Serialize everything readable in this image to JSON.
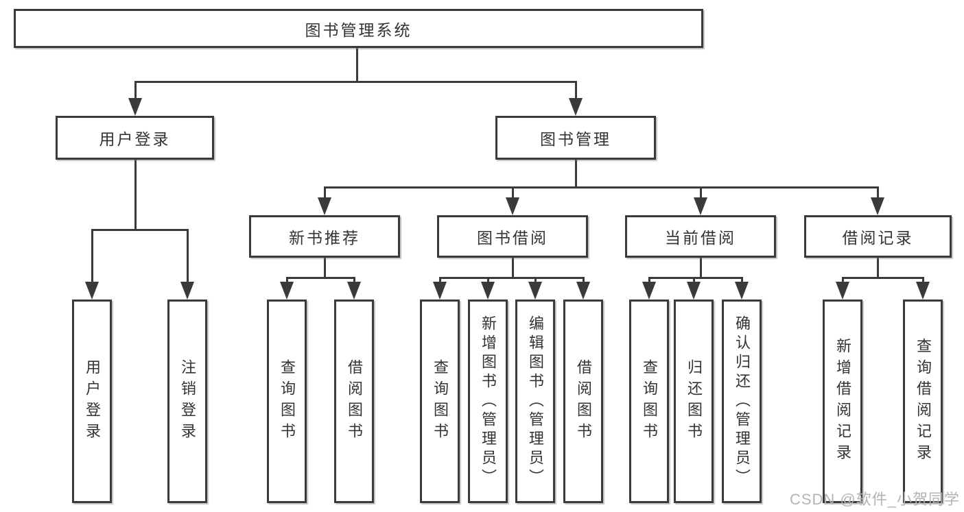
{
  "nodes": {
    "root": "图书管理系统",
    "user_login": "用户登录",
    "book_management": "图书管理",
    "new_book_recommend": "新书推荐",
    "book_borrowing": "图书借阅",
    "current_borrowing": "当前借阅",
    "borrowing_records": "借阅记录",
    "leaves": {
      "user_login": "用户登录",
      "logout": "注销登录",
      "nbr_query_books": "查询图书",
      "nbr_borrow_books": "借阅图书",
      "bb_query_books": "查询图书",
      "bb_add_books": "新增图书（管理员）",
      "bb_edit_books": "编辑图书（管理员）",
      "bb_borrow_books": "借阅图书",
      "cb_query_books": "查询图书",
      "cb_return_books": "归还图书",
      "cb_confirm_return": "确认归还（管理员）",
      "br_add_record": "新增借阅记录",
      "br_query_record": "查询借阅记录"
    }
  },
  "watermark": {
    "text": "CSDN @软件_小贺同学",
    "color": "#b3b3b3"
  },
  "colors": {
    "line": "#3a3a3a",
    "box_border": "#3a3a3a",
    "text": "#333333",
    "background": "#ffffff"
  }
}
